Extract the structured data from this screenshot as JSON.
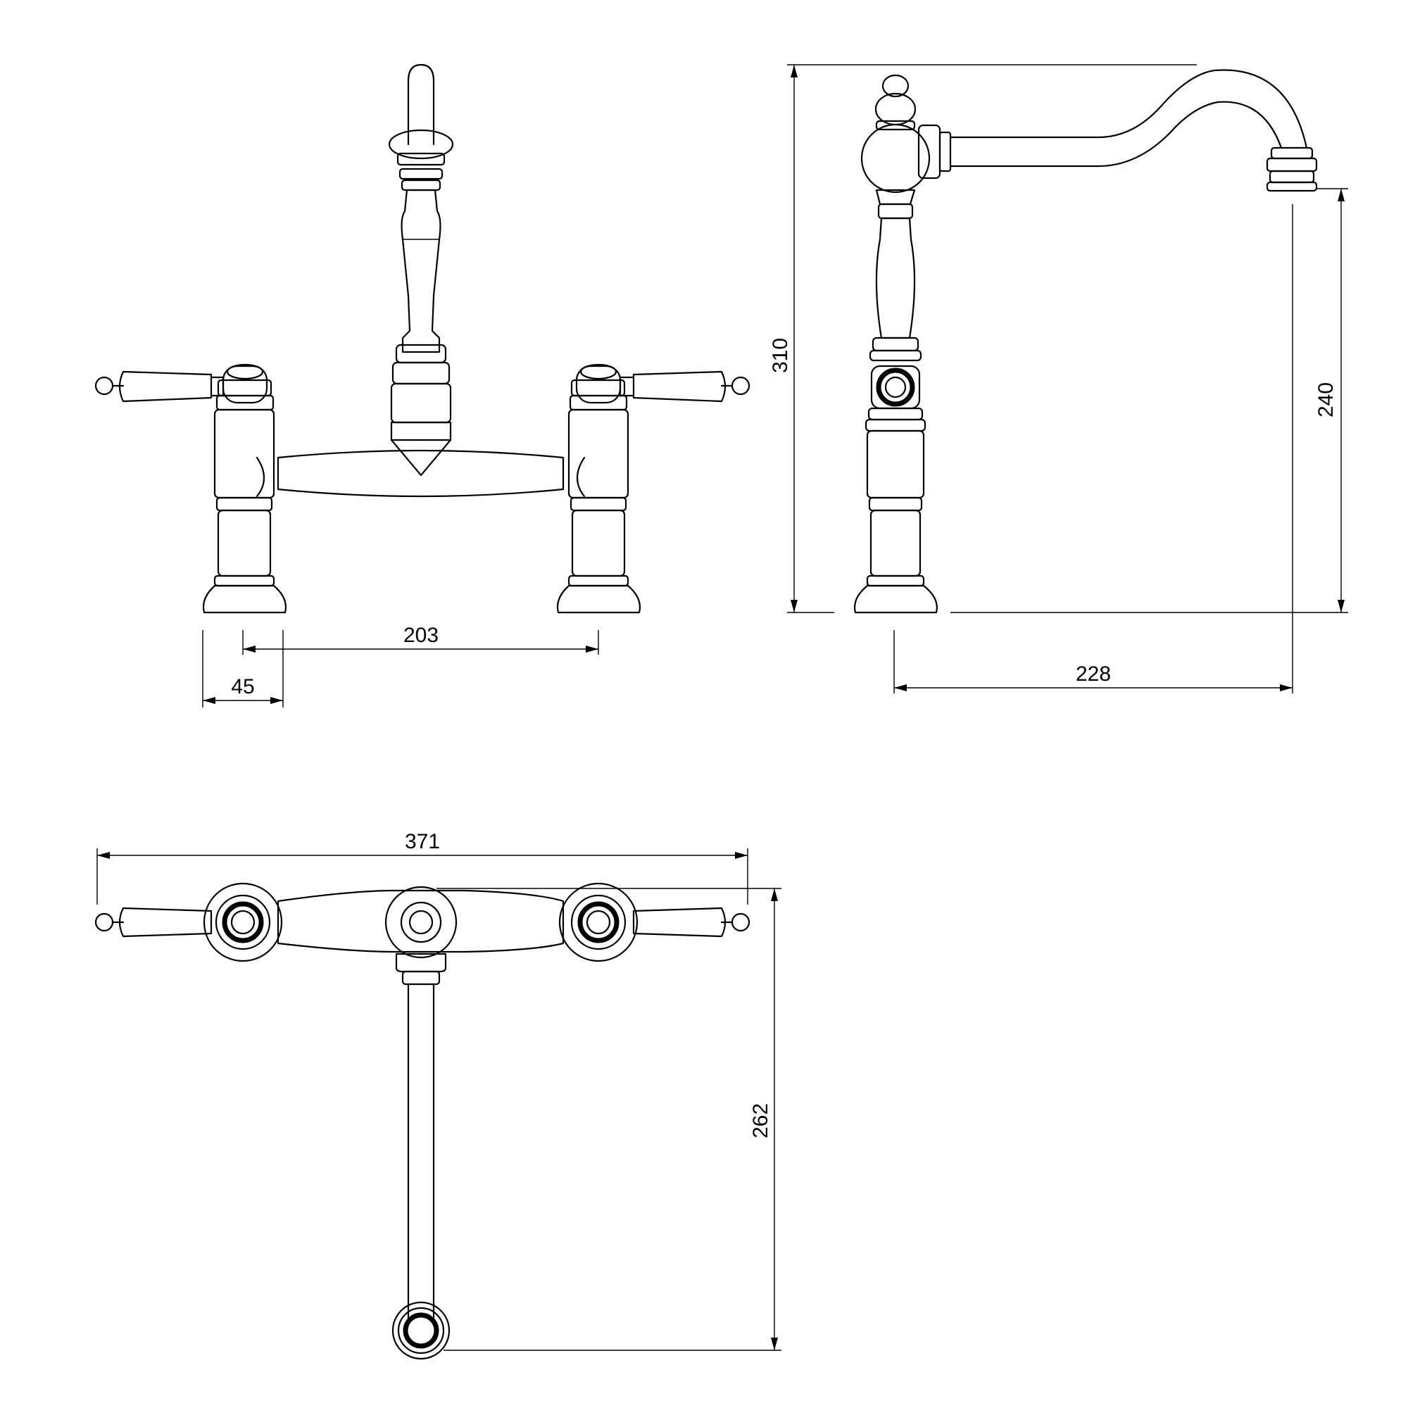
{
  "drawing": {
    "colors": {
      "line": "#000000",
      "background": "#ffffff"
    },
    "dimensions": {
      "front_spread": "203",
      "front_base": "45",
      "side_height": "310",
      "side_spout_height": "240",
      "side_reach": "228",
      "top_width": "371",
      "top_spout_length": "262"
    }
  }
}
